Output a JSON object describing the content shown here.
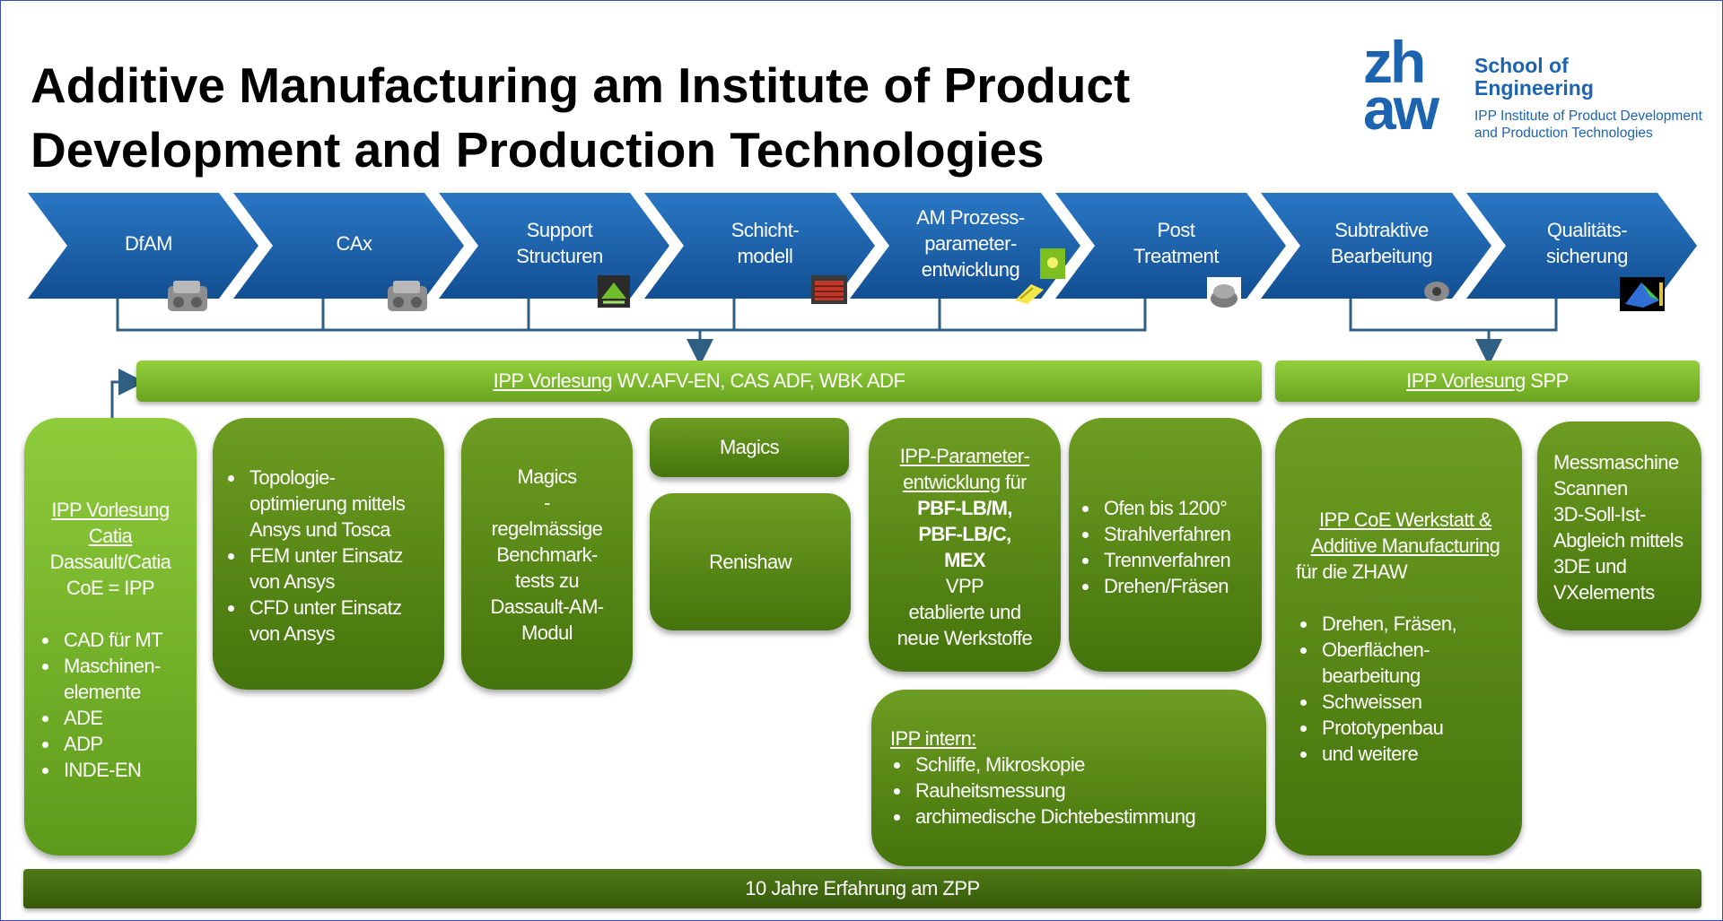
{
  "title": {
    "line1": "Additive Manufacturing am Institute of Product",
    "line2": "Development and Production Technologies"
  },
  "logo": {
    "mark": "zh aw",
    "mark_line1": "zh",
    "mark_line2": "aw",
    "school_line1": "School of",
    "school_line2": "Engineering",
    "ipp_line1": "IPP Institute of Product Development",
    "ipp_line2": "and Production Technologies"
  },
  "chevrons": [
    {
      "line1": "DfAM",
      "line2": "",
      "line3": "",
      "icon": "gearbox-render-icon"
    },
    {
      "line1": "CAx",
      "line2": "",
      "line3": "",
      "icon": "gearbox-render-icon"
    },
    {
      "line1": "Support",
      "line2": "Structuren",
      "line3": "",
      "icon": "support-structure-icon"
    },
    {
      "line1": "Schicht-",
      "line2": "modell",
      "line3": "",
      "icon": "layer-model-icon"
    },
    {
      "line1": "AM Prozess-",
      "line2": "parameter-",
      "line3": "entwicklung",
      "icon": "process-parameter-icon"
    },
    {
      "line1": "Post",
      "line2": "Treatment",
      "line3": "",
      "icon": "post-treatment-part-icon"
    },
    {
      "line1": "Subtraktive",
      "line2": "Bearbeitung",
      "line3": "",
      "icon": "machined-part-icon"
    },
    {
      "line1": "Qualitäts-",
      "line2": "sicherung",
      "line3": "",
      "icon": "deviation-map-icon"
    }
  ],
  "bars": {
    "lecture_main_underlined": "IPP Vorlesung",
    "lecture_main_rest": " WV.AFV-EN, CAS ADF, WBK ADF",
    "lecture_spp_underlined": "IPP Vorlesung",
    "lecture_spp_rest": " SPP",
    "bottom": "10 Jahre Erfahrung am ZPP"
  },
  "boxes": {
    "catia": {
      "head1": "IPP Vorlesung",
      "head2": "Catia",
      "line3": "Dassault/Catia",
      "line4": "CoE = IPP",
      "items": [
        "CAD für MT",
        "Maschinen-elemente",
        "ADE",
        "ADP",
        "INDE-EN"
      ]
    },
    "topology": {
      "items": [
        "Topologie-optimierung mittels Ansys und Tosca",
        "FEM unter Einsatz von Ansys",
        "CFD unter Einsatz von Ansys"
      ]
    },
    "magics_bench": {
      "l1": "Magics",
      "l2": "-",
      "l3": "regelmässige",
      "l4": "Benchmark-",
      "l5": "tests zu",
      "l6": "Dassault-AM-",
      "l7": "Modul"
    },
    "magics": "Magics",
    "renishaw": "Renishaw",
    "parameter": {
      "u1": "IPP-Parameter-",
      "u2": "entwicklung",
      "t2": " für",
      "b1": "PBF-LB/M,",
      "b2": "PBF-LB/C,",
      "b3": "MEX",
      "l4": "VPP",
      "l5": "etablierte und",
      "l6": "neue Werkstoffe"
    },
    "post": {
      "items": [
        "Ofen bis 1200°",
        "Strahlverfahren",
        "Trennverfahren",
        "Drehen/Fräsen"
      ]
    },
    "intern": {
      "head": "IPP intern:",
      "items": [
        "Schliffe, Mikroskopie",
        "Rauheitsmessung",
        "archimedische Dichtebestimmung"
      ]
    },
    "coe": {
      "h1": "IPP CoE  Werkstatt &",
      "h2": "Additive Manufacturing",
      "h3": "für die ZHAW",
      "items": [
        "Drehen, Fräsen,",
        "Oberflächen-bearbeitung",
        "Schweissen",
        "Prototypenbau",
        "und weitere"
      ]
    },
    "mess": {
      "l1": "Messmaschine",
      "l2": "Scannen",
      "l3": "3D-Soll-Ist-",
      "l4": "Abgleich mittels",
      "l5": "3DE und",
      "l6": "VXelements"
    }
  },
  "colors": {
    "chevron_blue": "#1a5ea8",
    "bar_green": "#7fbf30",
    "box_dark_green": "#5a8a18",
    "box_light_green": "#7dbf2e",
    "bottom_green": "#44690f",
    "connector": "#2f5f82"
  }
}
